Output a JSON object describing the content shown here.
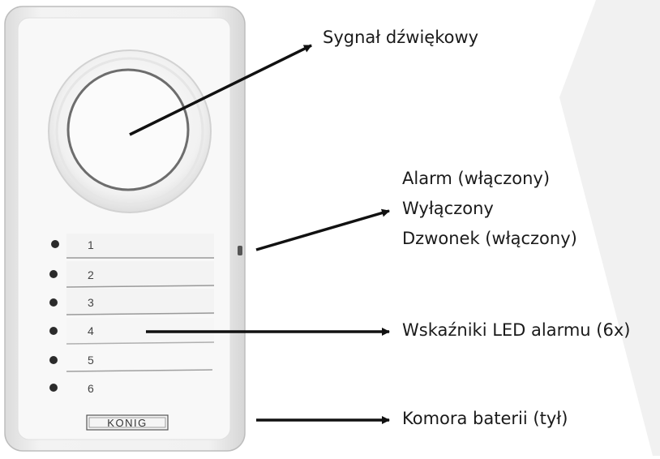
{
  "device": {
    "slots": [
      "1",
      "2",
      "3",
      "4",
      "5",
      "6"
    ],
    "brand": "KONIG"
  },
  "labels": {
    "siren": "Sygnał dźwiękowy",
    "switch_alarm": "Alarm (włączony)",
    "switch_off": "Wyłączony",
    "switch_bell": "Dzwonek (włączony)",
    "leds": "Wskaźniki LED alarmu (6x)",
    "battery": "Komora baterii (tył)"
  },
  "colors": {
    "housing": "#ececec",
    "panel": "#f7f7f7",
    "arrow": "#111111",
    "led": "#2b2b2b",
    "background_shape": "#f1f1f1"
  }
}
